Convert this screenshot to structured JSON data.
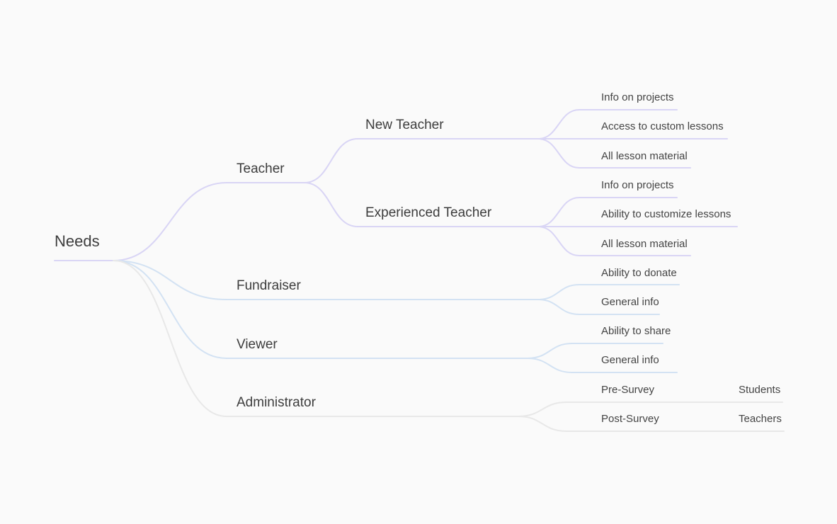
{
  "diagram": {
    "type": "mind-map",
    "root": {
      "label": "Needs",
      "children": [
        {
          "label": "Teacher",
          "color": "#d9d5f5",
          "children": [
            {
              "label": "New Teacher",
              "children": [
                {
                  "label": "Info on projects"
                },
                {
                  "label": "Access to custom lessons"
                },
                {
                  "label": "All lesson material"
                }
              ]
            },
            {
              "label": "Experienced Teacher",
              "children": [
                {
                  "label": "Info on projects"
                },
                {
                  "label": "Ability to customize lessons"
                },
                {
                  "label": "All lesson material"
                }
              ]
            }
          ]
        },
        {
          "label": "Fundraiser",
          "color": "#d3e2f3",
          "children": [
            {
              "label": "Ability to donate"
            },
            {
              "label": "General info"
            }
          ]
        },
        {
          "label": "Viewer",
          "color": "#d3e2f3",
          "children": [
            {
              "label": "Ability to share"
            },
            {
              "label": "General info"
            }
          ]
        },
        {
          "label": "Administrator",
          "color": "#e8e8e8",
          "children": [
            {
              "label": "Pre-Survey",
              "children": [
                {
                  "label": "Students"
                }
              ]
            },
            {
              "label": "Post-Survey",
              "children": [
                {
                  "label": "Teachers"
                }
              ]
            }
          ]
        }
      ]
    }
  }
}
